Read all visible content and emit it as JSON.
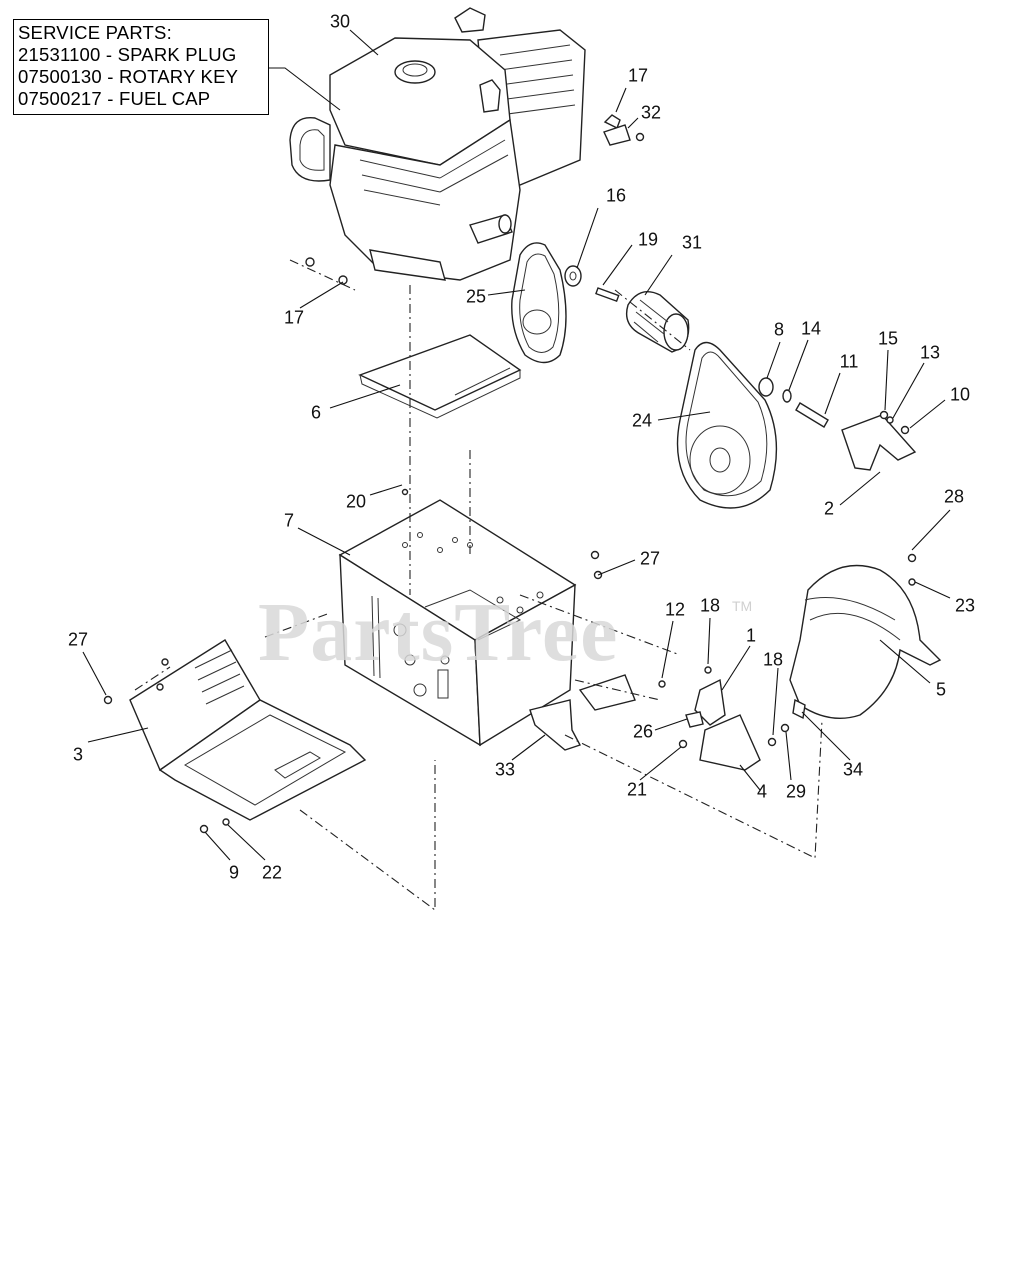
{
  "service_parts": {
    "header": "SERVICE PARTS:",
    "items": [
      "21531100 - SPARK PLUG",
      "07500130 - ROTARY KEY",
      "07500217 - FUEL CAP"
    ]
  },
  "watermark": {
    "text": "PartsTree",
    "tm": "TM"
  },
  "callouts": {
    "c30": "30",
    "c17a": "17",
    "c32": "32",
    "c16": "16",
    "c19": "19",
    "c31": "31",
    "c25": "25",
    "c17b": "17",
    "c8": "8",
    "c14": "14",
    "c15": "15",
    "c13": "13",
    "c11": "11",
    "c10": "10",
    "c24": "24",
    "c6": "6",
    "c2": "2",
    "c20": "20",
    "c28": "28",
    "c7": "7",
    "c27a": "27",
    "c23": "23",
    "c12": "12",
    "c18a": "18",
    "c1": "1",
    "c27b": "27",
    "c18b": "18",
    "c5": "5",
    "c3": "3",
    "c26": "26",
    "c33": "33",
    "c21": "21",
    "c4": "4",
    "c29": "29",
    "c34": "34",
    "c9": "9",
    "c22": "22"
  }
}
